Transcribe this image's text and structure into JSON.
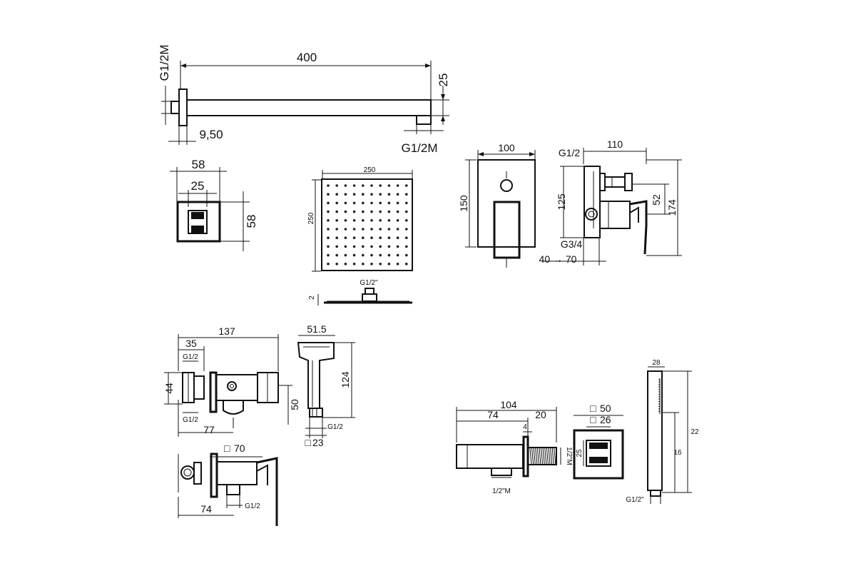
{
  "shower_arm": {
    "length": "400",
    "height": "25",
    "thread_wall": "G1/2M",
    "thread_outlet": "G1/2M",
    "offset": "9,50"
  },
  "wall_flange": {
    "width": "58",
    "inner": "25",
    "height": "58"
  },
  "shower_head": {
    "width": "250",
    "height": "250",
    "thread": "G1/2\"",
    "thickness": "2"
  },
  "mixer_front": {
    "width": "100",
    "height": "150"
  },
  "mixer_side": {
    "thread_top": "G1/2",
    "depth": "110",
    "height_a": "125",
    "height_b": "52",
    "height_c": "174",
    "thread_bottom": "G3/4",
    "range": "40 → 70"
  },
  "bidet_valve": {
    "length": "137",
    "offset": "35",
    "thread_top": "G1/2",
    "height": "44",
    "thread_bottom": "G1/2",
    "width": "77",
    "drop": "50"
  },
  "bidet_spray": {
    "width": "51.5",
    "height": "124",
    "thread": "G1/2",
    "square": "23"
  },
  "stop_valve": {
    "square": "70",
    "length": "74",
    "thread": "G1/2"
  },
  "wall_connector": {
    "length": "104",
    "body": "74",
    "thread_len": "20",
    "gap": "4",
    "thread_side": "1/2\"M",
    "thread_bottom": "1/2\"M",
    "square_outer": "50",
    "square_inner": "26",
    "inner_height": "25"
  },
  "hand_shower": {
    "width": "28",
    "length": "22",
    "grip": "16",
    "thread": "G1/2\""
  },
  "symbols": {
    "square": "□"
  }
}
